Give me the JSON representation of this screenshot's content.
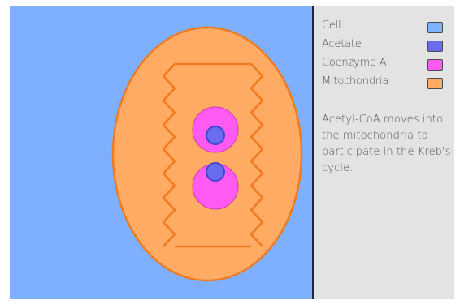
{
  "colors": {
    "background_fill": "#7fb0ff",
    "panel_fill": "#e3e3e3",
    "cell": "#7fb3ff",
    "acetate": "#6a6cf0",
    "coenzyme_a": "#ff5af2",
    "mitochondria": "#ffab63",
    "mito_outline": "#f07a1e",
    "acetate_outline": "#3f45ce"
  },
  "legend": [
    {
      "label": "Cell",
      "color": "#7fb3ff",
      "icon": "swatch"
    },
    {
      "label": "Acetate",
      "color": "#6a6cf0",
      "icon": "swatch"
    },
    {
      "label": "Coenzyme A",
      "color": "#ff5af2",
      "icon": "swatch"
    },
    {
      "label": "Mitochondria",
      "color": "#ffab63",
      "icon": "swatch"
    }
  ],
  "description": "Acetyl-CoA moves into the mitochondria to participate in the Kreb's cycle."
}
